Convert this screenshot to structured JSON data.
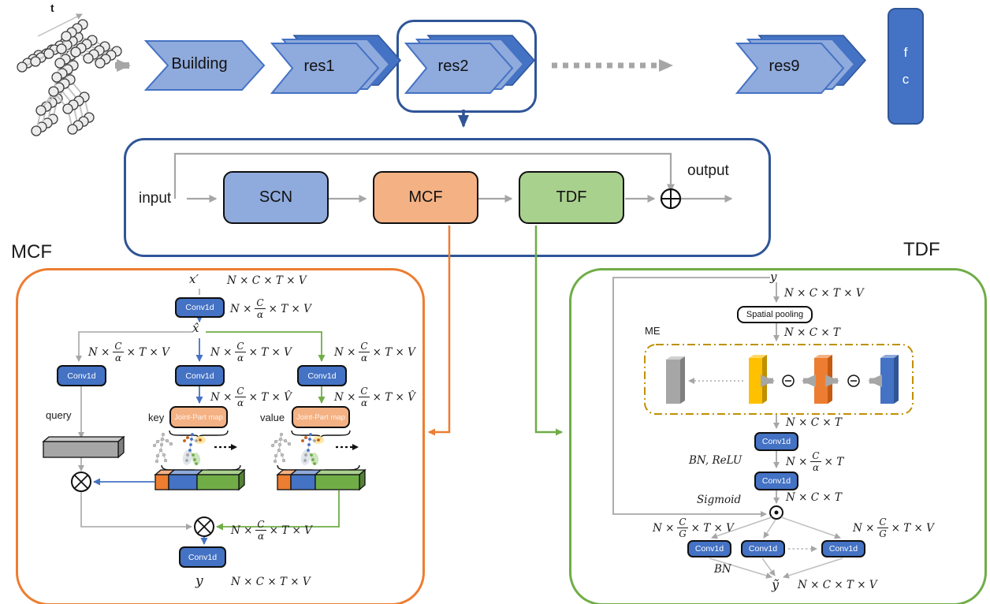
{
  "colors": {
    "accent_blue": "#4472C4",
    "light_blue": "#8FAADC",
    "navy": "#2F5597",
    "orange": "#ED7D31",
    "peach": "#F4B183",
    "green": "#70AD47",
    "light_green": "#A9D18E",
    "yellow": "#FFC000",
    "gray": "#A6A6A6",
    "gold_dash": "#BF9000"
  },
  "pipeline": {
    "t_label": "t",
    "building": "Building",
    "res1": "res1",
    "res2": "res2",
    "res9": "res9",
    "fc_line1": "f",
    "fc_line2": "c"
  },
  "resblock": {
    "input": "input",
    "scn": "SCN",
    "mcf": "MCF",
    "tdf": "TDF",
    "output": "output"
  },
  "labels": {
    "conv1d": "Conv1d",
    "dim_nctv": "N × C × T × V",
    "dim_nct": "N × C × T",
    "frac_alpha_tv": {
      "pre": "N ×",
      "num": "C",
      "den": "α",
      "post": "× T × V"
    },
    "frac_alpha_tvhat": {
      "pre": "N ×",
      "num": "C",
      "den": "α",
      "post": "× T × V̂"
    },
    "frac_alpha_t": {
      "pre": "N ×",
      "num": "C",
      "den": "α",
      "post": "× T"
    },
    "frac_g_tv": {
      "pre": "N ×",
      "num": "C",
      "den": "G",
      "post": "× T × V"
    }
  },
  "mcf": {
    "title": "MCF",
    "x_in": "x′",
    "x_hat": "x̂",
    "query": "query",
    "key": "key",
    "value": "value",
    "joint_part_map": "Joint-Part map",
    "y_out": "y"
  },
  "tdf": {
    "title": "TDF",
    "y_in": "y",
    "spatial_pooling": "Spatial pooling",
    "me_label": "ME",
    "bn_relu": "BN, ReLU",
    "sigmoid": "Sigmoid",
    "bn": "BN",
    "y_out": "ỹ"
  }
}
